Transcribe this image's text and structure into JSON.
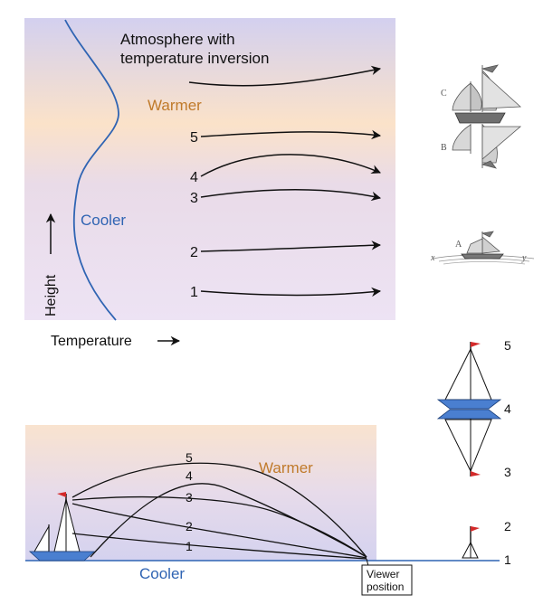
{
  "top_panel": {
    "title_line1": "Atmosphere with",
    "title_line2": "temperature inversion",
    "warm_label": "Warmer",
    "cool_label": "Cooler",
    "y_axis_label": "Height",
    "x_axis_label": "Temperature",
    "ray_numbers": [
      "5",
      "4",
      "3",
      "2",
      "1"
    ]
  },
  "engraving": {
    "upper_letter": "C",
    "lower_letter": "B",
    "ship_letter": "A",
    "left_letter": "x",
    "right_letter": "y"
  },
  "image_stack": {
    "labels": [
      "5",
      "4",
      "3",
      "2",
      "1"
    ]
  },
  "bottom_panel": {
    "warm_label": "Warmer",
    "cool_label": "Cooler",
    "ray_numbers": [
      "5",
      "4",
      "3",
      "2",
      "1"
    ],
    "viewer_line1": "Viewer",
    "viewer_line2": "position"
  },
  "colors": {
    "curve_blue": "#2f64b3",
    "warm_text": "#c07a2a",
    "hull_blue": "#4a7fd0",
    "flag_red": "#d32a2a",
    "ray_black": "#111111"
  }
}
